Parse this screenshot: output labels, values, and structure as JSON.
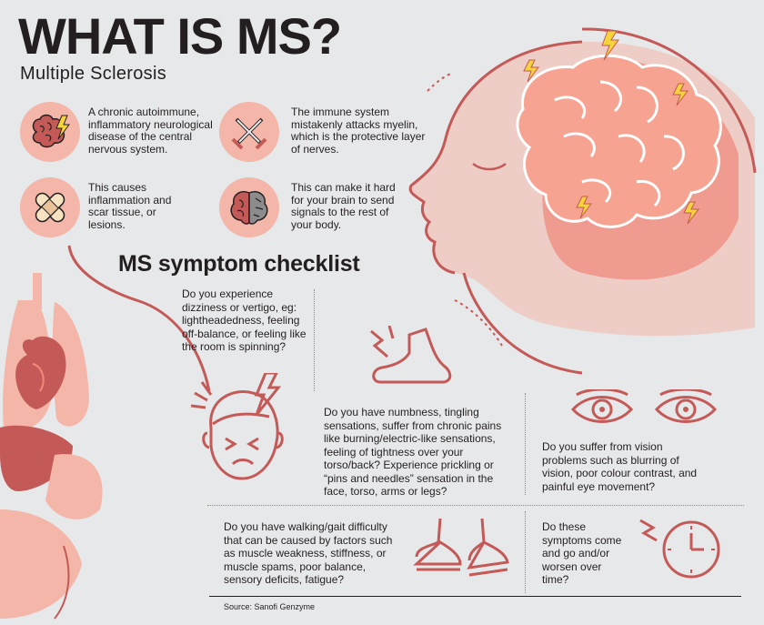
{
  "header": {
    "title": "WHAT IS MS?",
    "subtitle": "Multiple Sclerosis"
  },
  "facts": [
    {
      "icon": "brain-lightning-icon",
      "text": "A chronic autoimmune, inflammatory neurological disease of the central nervous system."
    },
    {
      "icon": "crossed-swords-icon",
      "text": "The immune system mistakenly attacks myelin, which is the protective layer of nerves."
    },
    {
      "icon": "bandage-icon",
      "text": "This causes inflammation and scar tissue, or lesions."
    },
    {
      "icon": "damaged-brain-icon",
      "text": "This can make it hard for your brain to send signals to the rest of your body."
    }
  ],
  "checklist": {
    "title": "MS symptom checklist",
    "questions": [
      {
        "icon": "dizzy-head-icon",
        "text": "Do you experience dizziness or vertigo, eg: lightheadedness, feeling off-balance, or feeling like the room is spinning?"
      },
      {
        "icon": "tingling-foot-icon",
        "text": "Do you have numbness, tingling sensations, suffer from chronic pains like burning/electric-like sensations, feeling of tightness over your torso/back? Experience prickling or “pins and needles” sensation in the face, torso, arms or legs?"
      },
      {
        "icon": "eyes-icon",
        "text": "Do you suffer from vision problems such as blurring of vision, poor colour contrast, and painful eye movement?"
      },
      {
        "icon": "walking-shoes-icon",
        "text": "Do you have walking/gait difficulty that can be caused by factors such as muscle weakness, stiffness, or muscle spams, poor balance, sensory deficits, fatigue?"
      },
      {
        "icon": "clock-icon",
        "text": "Do these symptoms come and go and/or worsen over time?"
      }
    ]
  },
  "source": "Source: Sanofi Genzyme",
  "colors": {
    "background": "#e7e8ea",
    "accent_light": "#f3b6a8",
    "accent": "#f08a7c",
    "accent_dark": "#c45a57",
    "line": "#c9736c",
    "lightning": "#f5d33a",
    "text": "#231f20"
  }
}
